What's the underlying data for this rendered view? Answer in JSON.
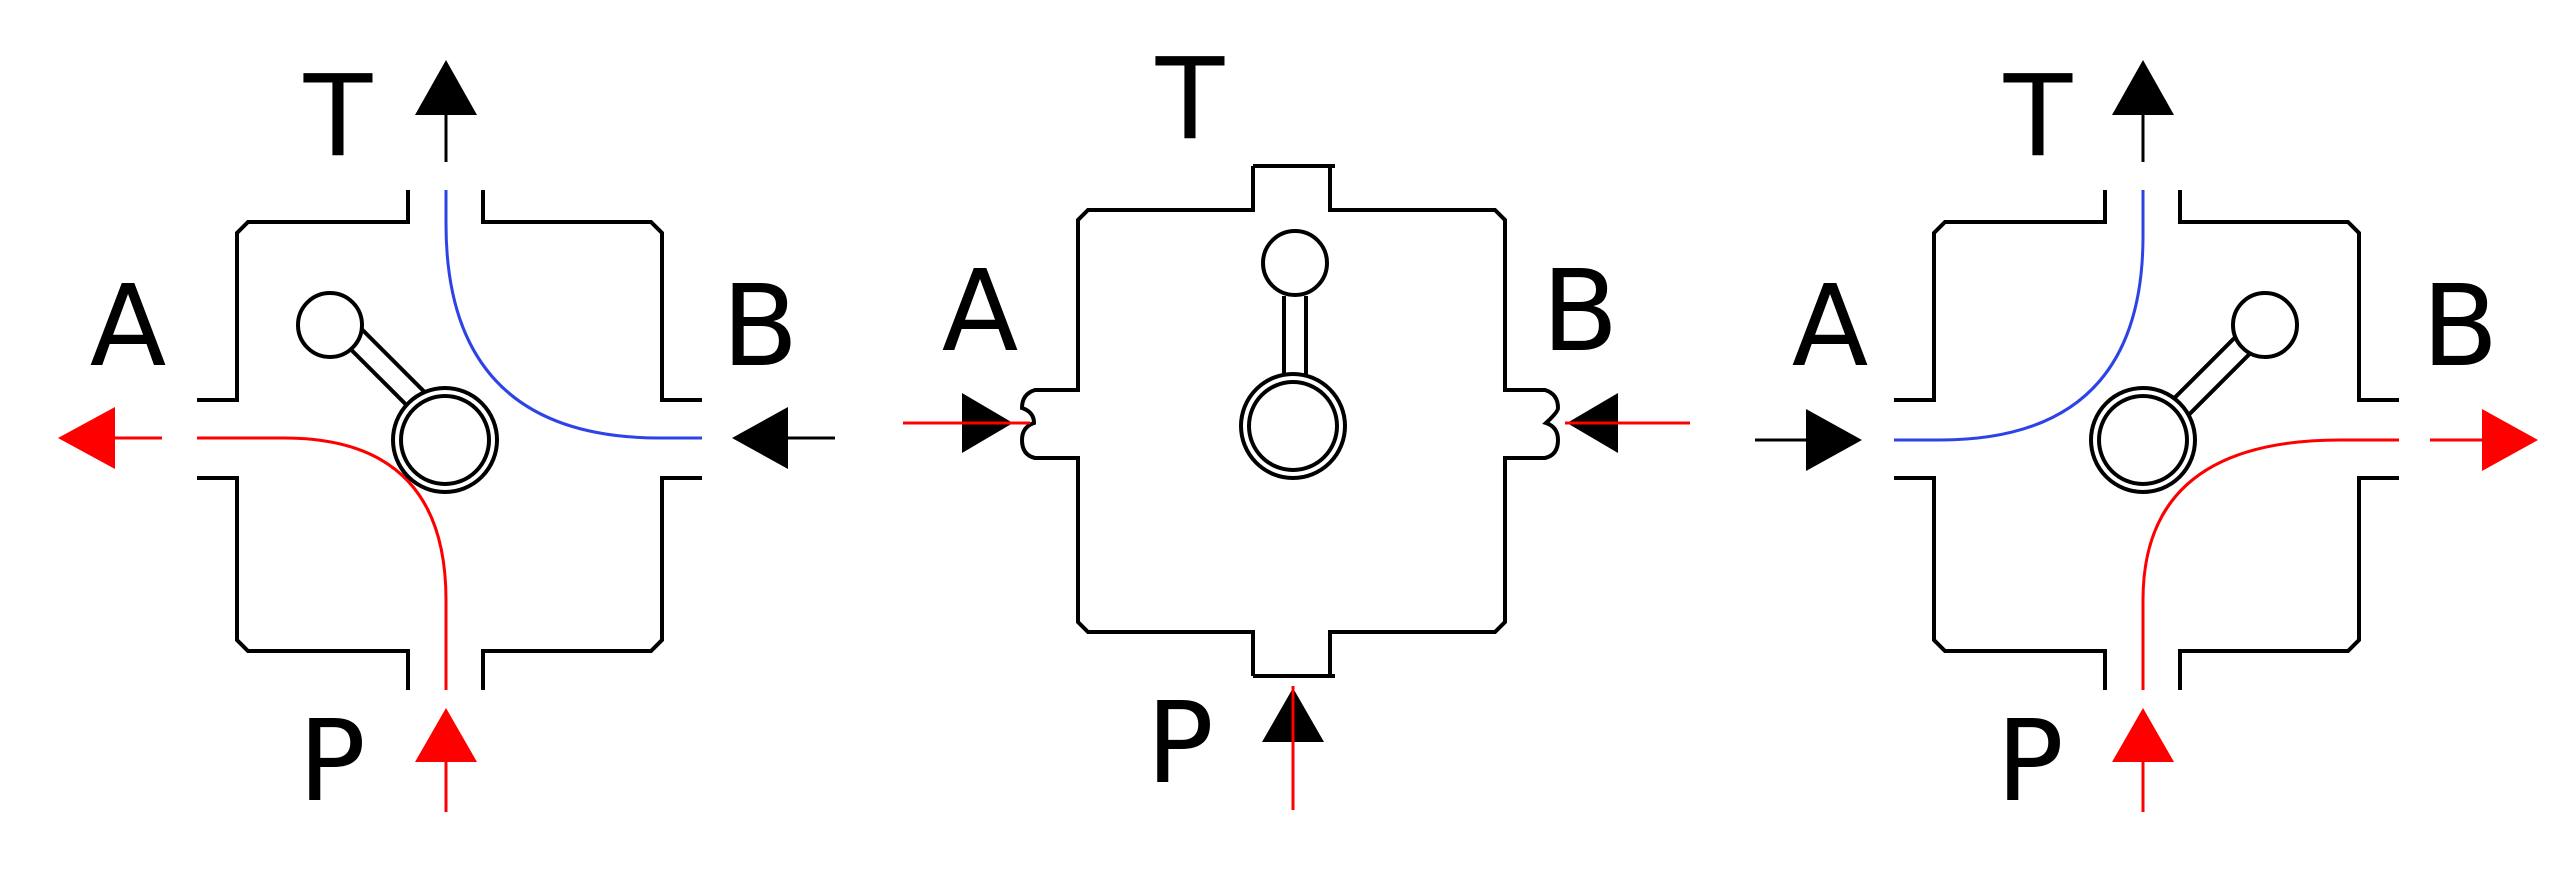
{
  "colors": {
    "pressure_flow": "#ff0000",
    "tank_flow": "#2d43e6",
    "outline": "#000000"
  },
  "valves": [
    {
      "state": "left-position",
      "labels": {
        "T": "T",
        "A": "A",
        "B": "B",
        "P": "P"
      }
    },
    {
      "state": "center-position",
      "labels": {
        "T": "T",
        "A": "A",
        "B": "B",
        "P": "P"
      }
    },
    {
      "state": "right-position",
      "labels": {
        "T": "T",
        "A": "A",
        "B": "B",
        "P": "P"
      }
    }
  ]
}
